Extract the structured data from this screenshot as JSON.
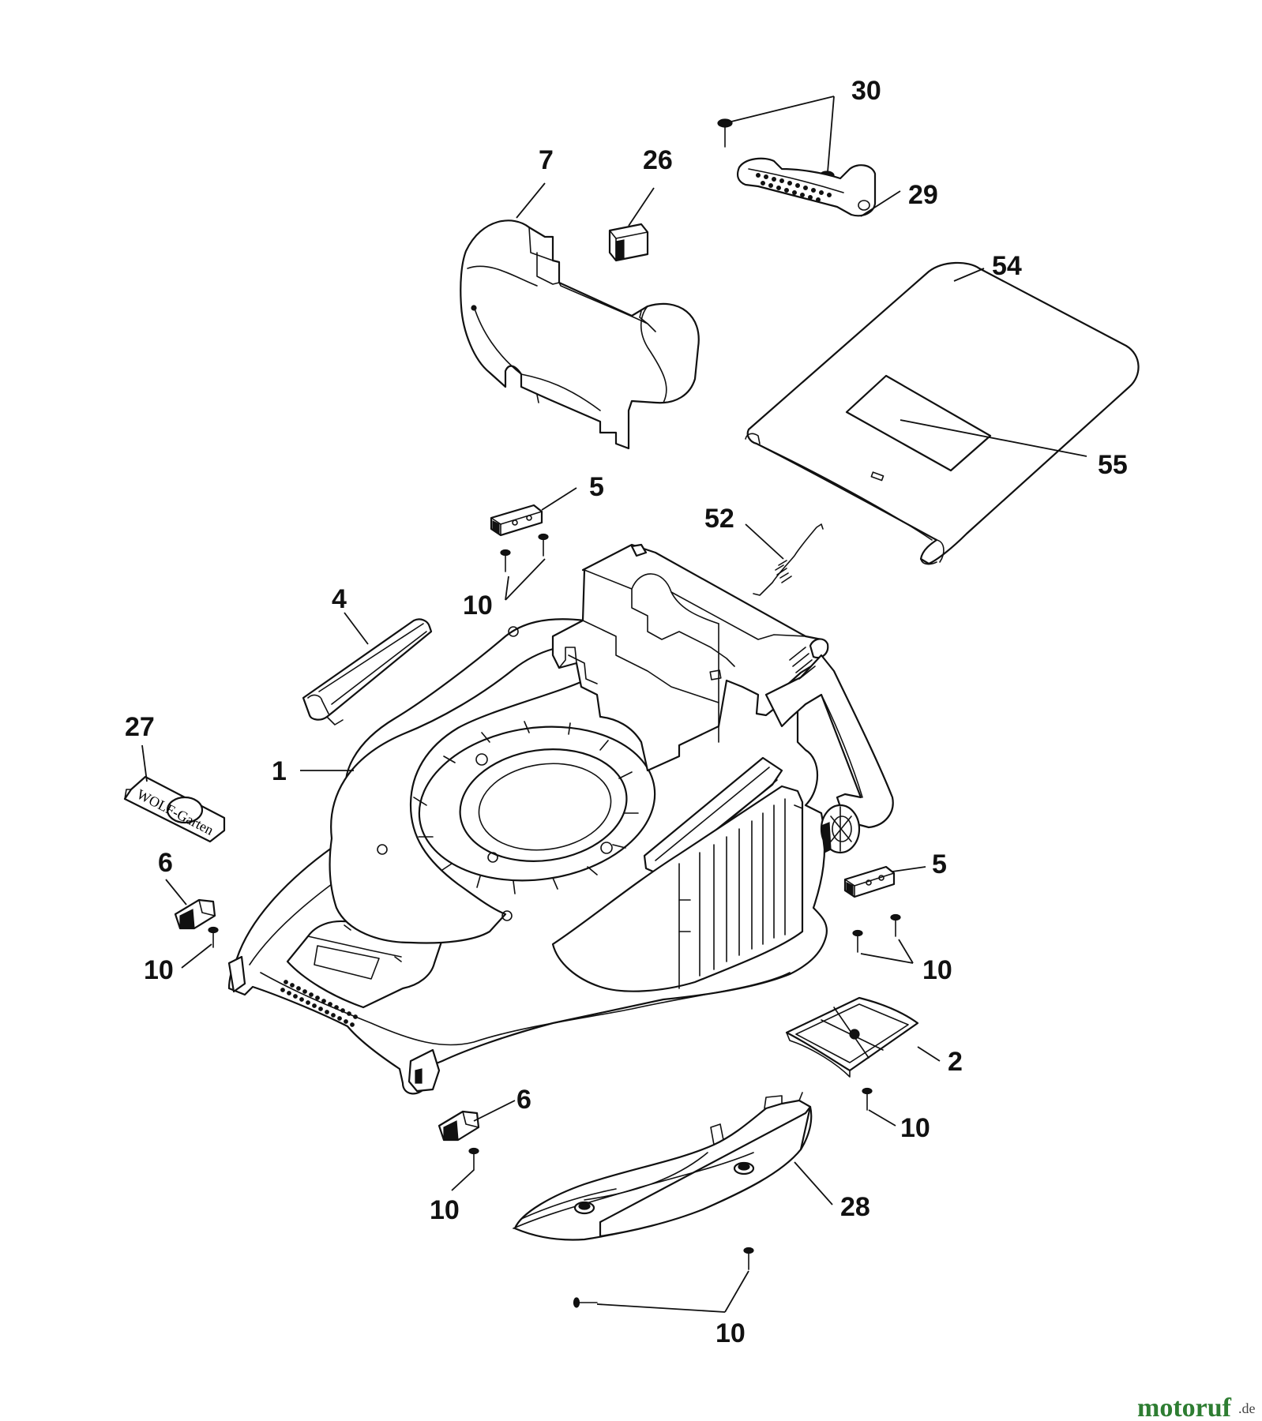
{
  "callouts": {
    "c30": "30",
    "c7": "7",
    "c26": "26",
    "c29": "29",
    "c54": "54",
    "c55": "55",
    "c5a": "5",
    "c52": "52",
    "c10a": "10",
    "c4": "4",
    "c27": "27",
    "c1": "1",
    "c6a": "6",
    "c10b": "10",
    "c5b": "5",
    "c10c": "10",
    "c2": "2",
    "c6b": "6",
    "c10d": "10",
    "c10e": "10",
    "c28": "28",
    "c10f": "10"
  },
  "watermark": {
    "brand": "motoruf",
    "suffix": ".de",
    "brand_color": "#2e7d32"
  },
  "label_27_text": "WOLF-Garten"
}
